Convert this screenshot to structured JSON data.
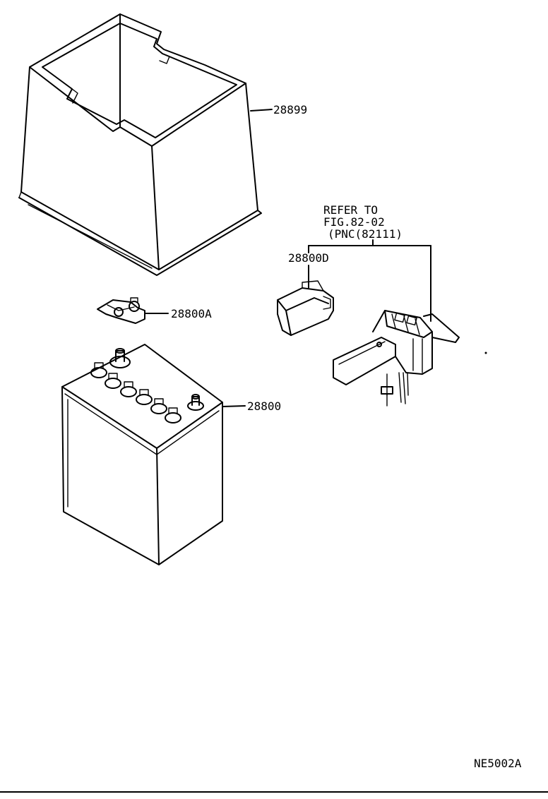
{
  "parts": {
    "battery_tray": {
      "part_no": "28899"
    },
    "battery": {
      "part_no": "28800"
    },
    "battery_clamp": {
      "part_no": "28800A"
    },
    "terminal_cover": {
      "part_no": "28800D"
    }
  },
  "reference_note": {
    "line1": "REFER TO",
    "line2": "FIG.82-02",
    "line3": "(PNC(82111)"
  },
  "figure_code": "NE5002A"
}
